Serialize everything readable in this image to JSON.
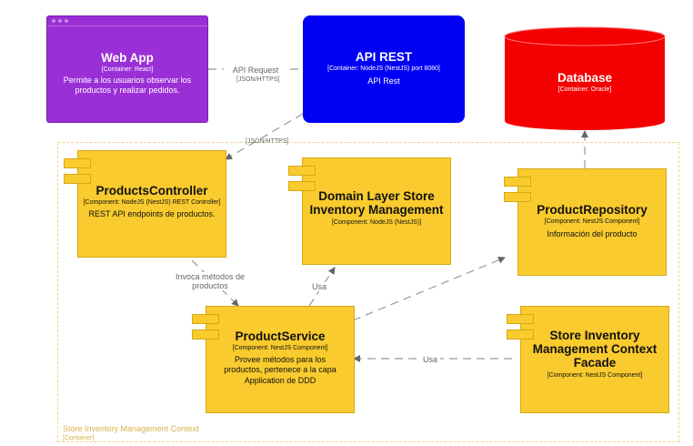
{
  "web_app": {
    "title": "Web App",
    "tech": "[Container: React]",
    "desc": "Permite a los usuarios observar los productos y realizar pedidos."
  },
  "api_rest": {
    "title": "API REST",
    "tech": "[Container: NodeJS (NestJS) port 8080]",
    "desc": "API Rest"
  },
  "database": {
    "title": "Database",
    "tech": "[Container: Oracle]"
  },
  "products_controller": {
    "title": "ProductsController",
    "tech": "[Component: NodeJS (NestJS) REST Controller]",
    "desc": "REST API endpoints de productos."
  },
  "domain_layer": {
    "title": "Domain Layer Store Inventory Management",
    "tech": "[Component: NodeJS (NestJS)]"
  },
  "product_repository": {
    "title": "ProductRepository",
    "tech": "[Component: NestJS Component]",
    "desc": "Información del producto"
  },
  "product_service": {
    "title": "ProductService",
    "tech": "[Component: NestJS Component]",
    "desc": "Provee métodos para los productos, pertenece a la capa Application de DDD"
  },
  "facade": {
    "title": "Store Inventory Management Context Facade",
    "tech": "[Component: NestJS Component]"
  },
  "boundary": {
    "label": "Store Inventory Management Context",
    "sublabel": "[Container]"
  },
  "relations": {
    "webapp_api": {
      "label": "API Request",
      "tech": "[JSON/HTTPS]"
    },
    "api_controller": {
      "tech": "[JSON/HTTPS]"
    },
    "controller_service": {
      "label": "Invoca métodos de productos"
    },
    "service_domain": {
      "label": "Usa"
    },
    "facade_service": {
      "label": "Usa"
    }
  },
  "colors": {
    "web_app": "#9b2fd6",
    "api_rest": "#0000f5",
    "database": "#f50000",
    "component": "#f9cb2e"
  }
}
